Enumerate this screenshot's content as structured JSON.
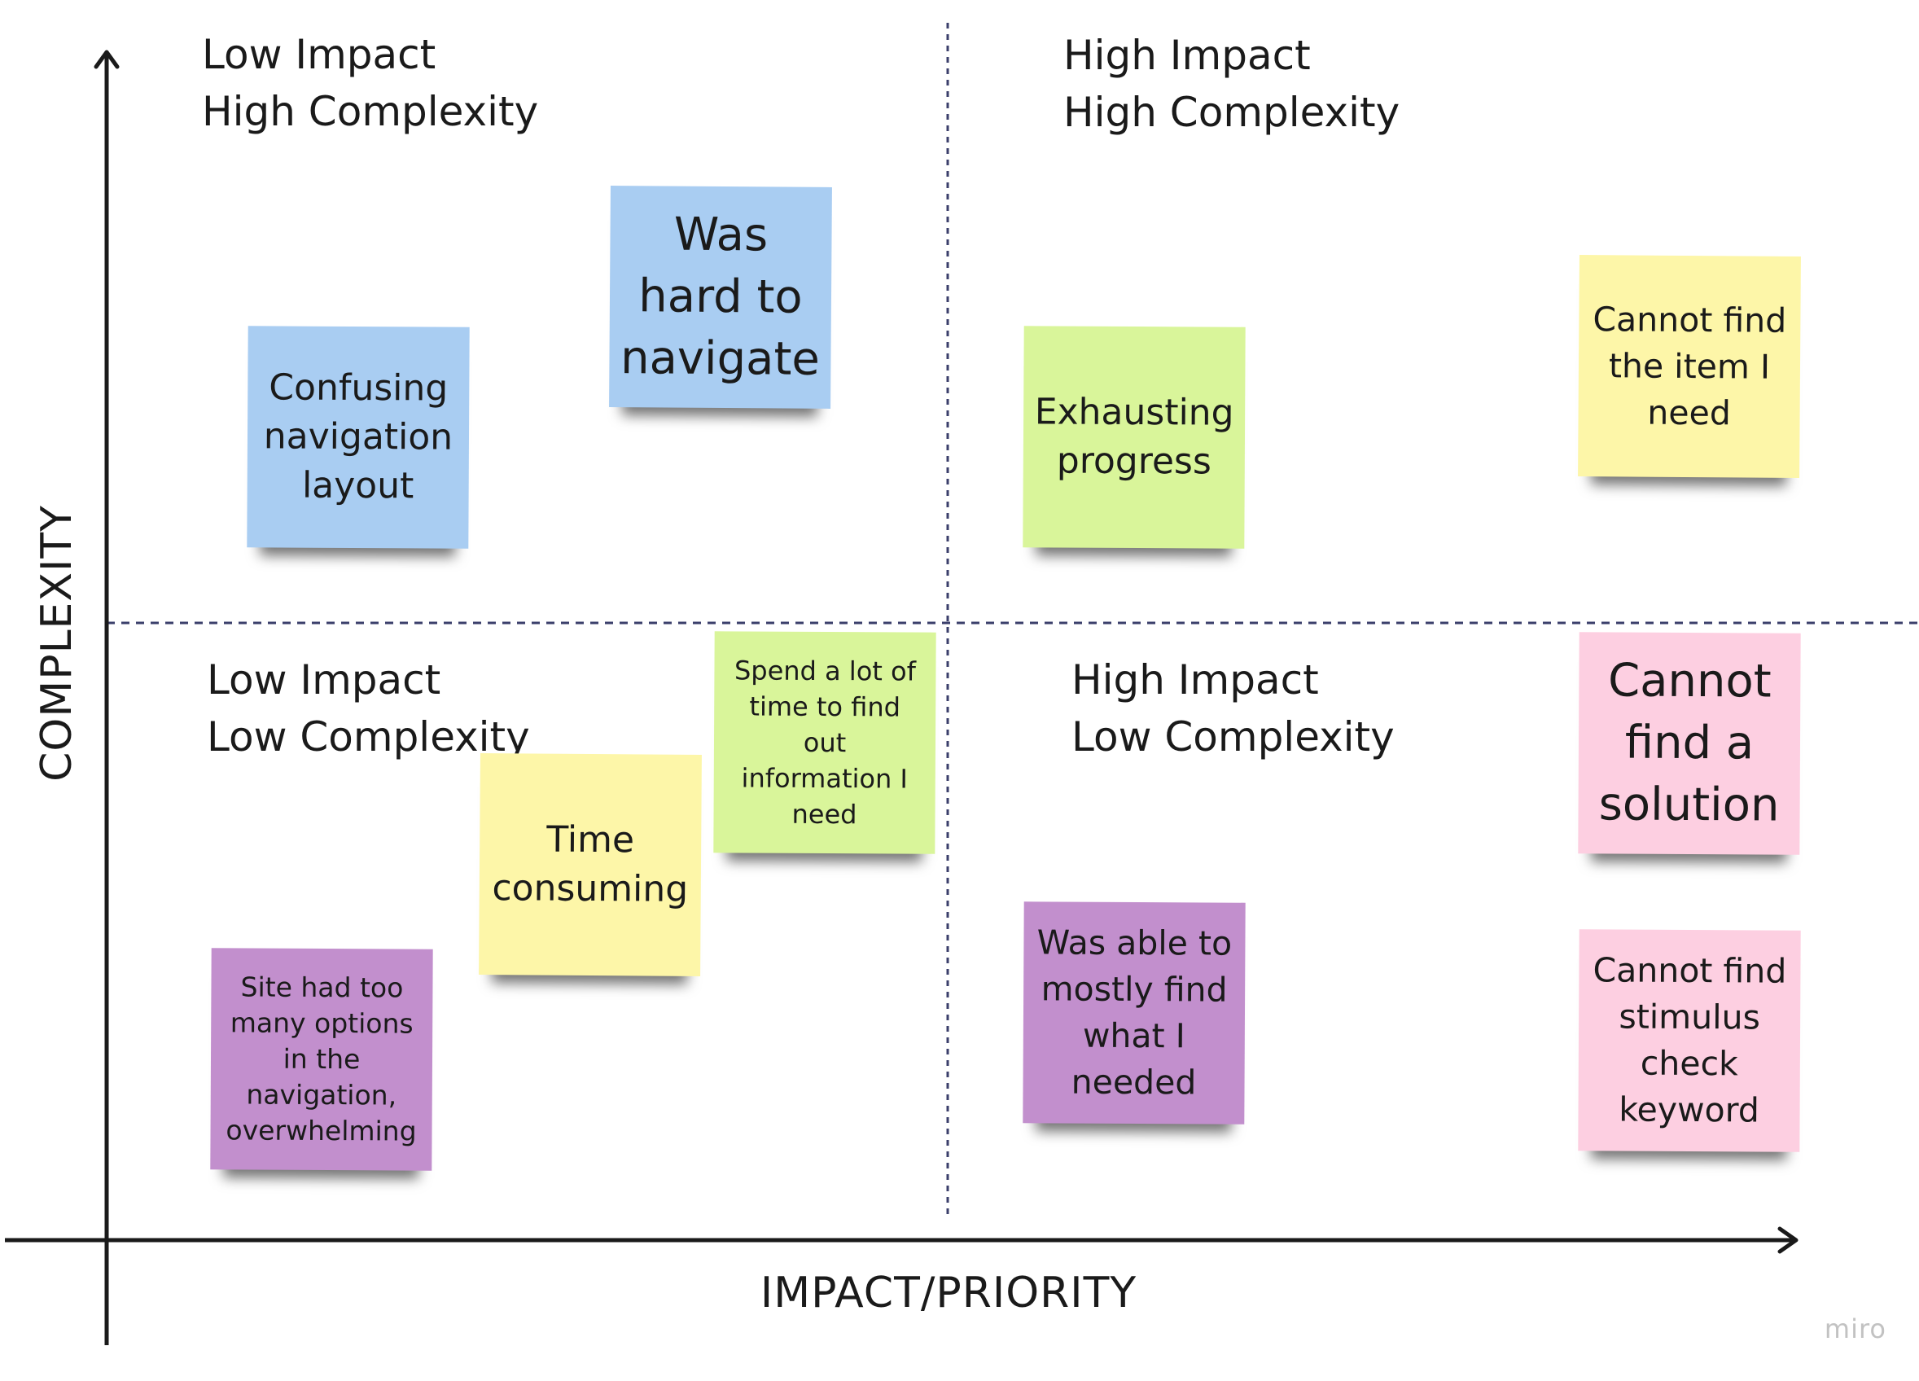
{
  "quadrants": {
    "top_left": [
      "Low Impact",
      "High Complexity"
    ],
    "top_right": [
      "High Impact",
      "High Complexity"
    ],
    "bottom_left": [
      "Low Impact",
      "Low Complexity"
    ],
    "bottom_right": [
      "High Impact",
      "Low Complexity"
    ]
  },
  "axes": {
    "y_label": "COMPLEXITY",
    "x_label": "IMPACT/PRIORITY"
  },
  "colors": {
    "blue": "#a9cdf2",
    "green": "#d9f59a",
    "yellow": "#fdf6a8",
    "purple": "#c28fcd",
    "pink": "#fdcfe1",
    "axis": "#1a1a1a",
    "divider": "#3b3f6b"
  },
  "stickies": [
    {
      "name": "sticky-confusing-navigation-layout",
      "text": "Confusing navigation layout",
      "color": "blue"
    },
    {
      "name": "sticky-hard-to-navigate",
      "text": "Was hard to navigate",
      "color": "blue"
    },
    {
      "name": "sticky-exhausting-progress",
      "text": "Exhausting progress",
      "color": "green"
    },
    {
      "name": "sticky-cannot-find-item",
      "text": "Cannot find the item I need",
      "color": "yellow"
    },
    {
      "name": "sticky-spend-time-finding-info",
      "text": "Spend a lot of time to find out information I need",
      "color": "green"
    },
    {
      "name": "sticky-time-consuming",
      "text": "Time consuming",
      "color": "yellow"
    },
    {
      "name": "sticky-too-many-options",
      "text": "Site had too many options in the navigation, overwhelming",
      "color": "purple"
    },
    {
      "name": "sticky-mostly-find-needed",
      "text": "Was able to mostly find what I needed",
      "color": "purple"
    },
    {
      "name": "sticky-cannot-find-solution",
      "text": "Cannot find a solution",
      "color": "pink"
    },
    {
      "name": "sticky-cannot-find-stimulus-keyword",
      "text": "Cannot find stimulus check keyword",
      "color": "pink"
    }
  ],
  "brand": "miro"
}
